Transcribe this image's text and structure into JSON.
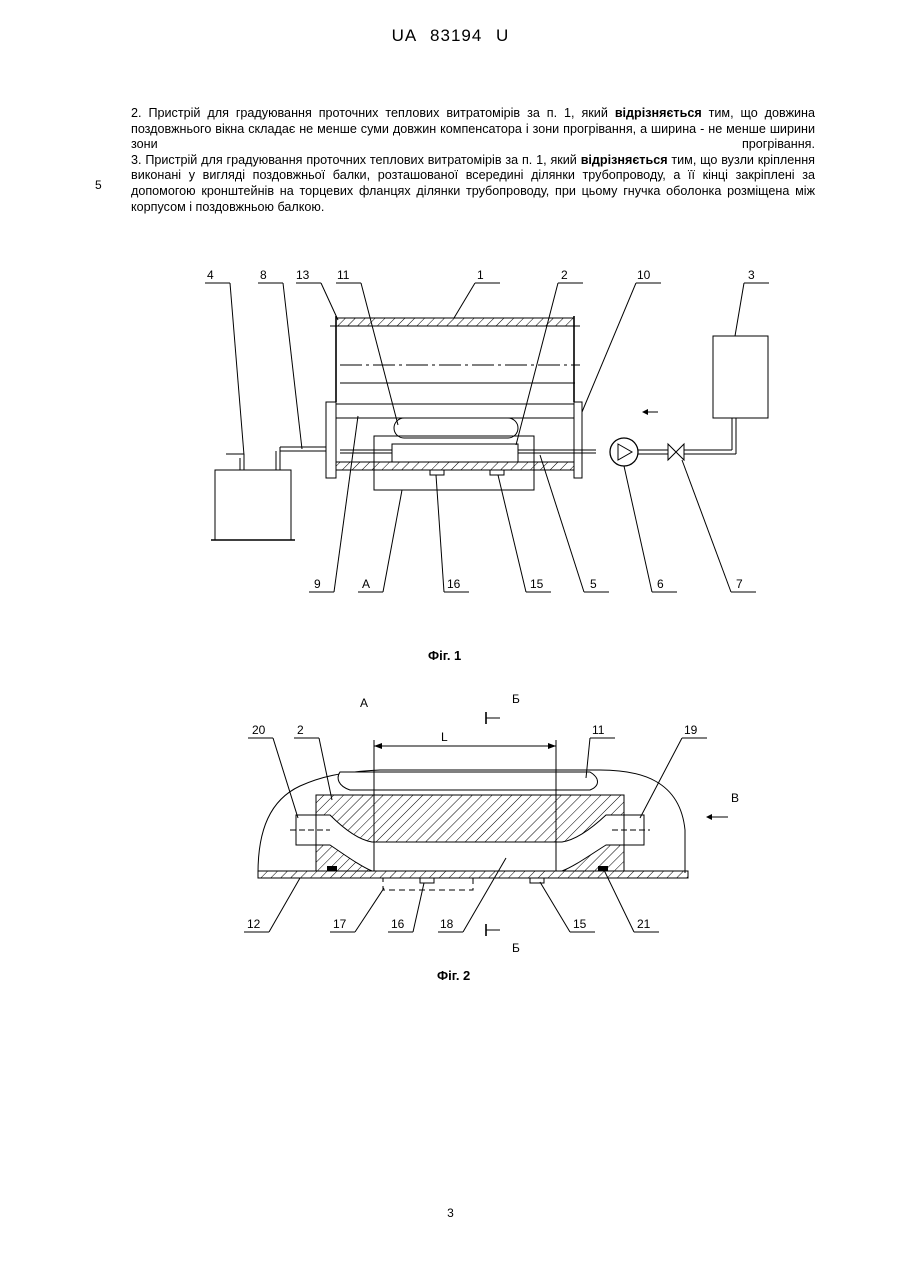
{
  "header": {
    "doc_code": "UA  83194  U"
  },
  "line_number": "5",
  "claims": [
    {
      "before": "2. Пристрій для градуювання проточних теплових витратомірів за п. 1, який ",
      "bold": "відрізняється",
      "after": " тим, що довжина поздовжнього вікна складає не менше суми довжин компенсатора і зони прогрівання, а ширина - не менше ширини зони прогрівання."
    },
    {
      "before": "3. Пристрій для градуювання проточних теплових витратомірів за п. 1, який ",
      "bold": "відрізняється",
      "after": " тим, що вузли кріплення виконані у вигляді поздовжньої балки, розташованої всередині ділянки трубопроводу, а її кінці закріплені за допомогою кронштейнів на торцевих фланцях ділянки трубопроводу, при цьому гнучка оболонка розміщена між корпусом і поздовжньою балкою."
    }
  ],
  "fig1": {
    "caption": "Фіг. 1",
    "labels_top": [
      "4",
      "8",
      "13",
      "11",
      "1",
      "2",
      "10",
      "3"
    ],
    "labels_bottom": [
      "9",
      "А",
      "16",
      "15",
      "5",
      "6",
      "7"
    ]
  },
  "fig2": {
    "caption": "Фіг. 2",
    "view_label": "А",
    "section_top": "Б",
    "section_bottom": "Б",
    "dimension": "L",
    "flow_label": "В",
    "labels_top": [
      "20",
      "2",
      "11",
      "19"
    ],
    "labels_bottom": [
      "12",
      "17",
      "16",
      "18",
      "15",
      "21"
    ]
  },
  "page_number": "3"
}
